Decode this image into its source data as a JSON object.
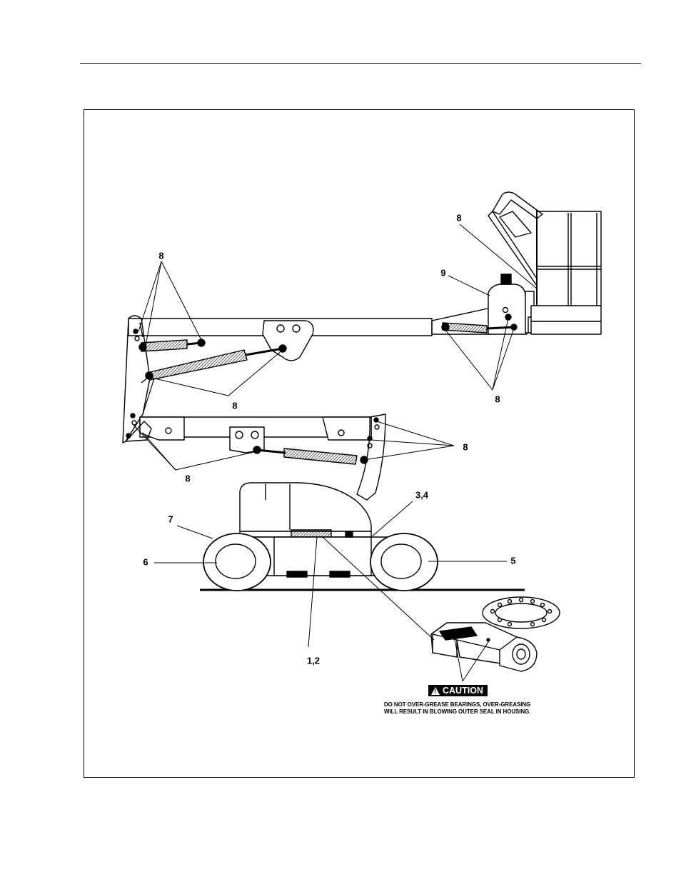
{
  "labels": {
    "l8_top_left": "8",
    "l8_top_right": "8",
    "l9": "9",
    "l8_mid_left": "8",
    "l8_mid_right": "8",
    "l8_lower_right": "8",
    "l8_lower_left": "8",
    "l34": "3,4",
    "l7": "7",
    "l6": "6",
    "l5": "5",
    "l12": "1,2"
  },
  "caution": {
    "badge": "CAUTION",
    "line1": "DO NOT OVER-GREASE BEARINGS, OVER-GREASING",
    "line2": "WILL RESULT IN BLOWING OUTER SEAL IN HOUSING."
  },
  "icons": {
    "warning": "warning-triangle-icon"
  }
}
